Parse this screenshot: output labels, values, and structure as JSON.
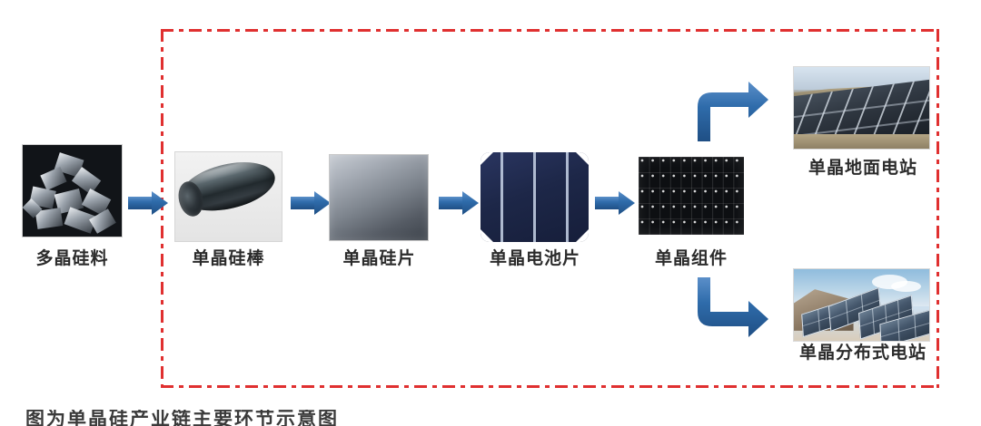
{
  "diagram": {
    "type": "process-flow",
    "boundary": {
      "style": "dash-dot",
      "color": "#e03030",
      "encloses": "monocrystalline value chain stages 2 through 7"
    },
    "stages": [
      {
        "id": "polysilicon-feedstock",
        "label": "多晶硅料",
        "image": "polysilicon-chunks-photo",
        "inside_boundary": false
      },
      {
        "id": "mono-ingot",
        "label": "单晶硅棒",
        "image": "monocrystalline-ingot-photo",
        "inside_boundary": true
      },
      {
        "id": "mono-wafer",
        "label": "单晶硅片",
        "image": "monocrystalline-wafer-photo",
        "inside_boundary": true
      },
      {
        "id": "mono-cell",
        "label": "单晶电池片",
        "image": "monocrystalline-solar-cell-photo",
        "inside_boundary": true
      },
      {
        "id": "mono-module",
        "label": "单晶组件",
        "image": "monocrystalline-module-photo",
        "inside_boundary": true
      },
      {
        "id": "ground-power-station",
        "label": "单晶地面电站",
        "image": "ground-mounted-solar-farm-photo",
        "inside_boundary": true
      },
      {
        "id": "distributed-power-station",
        "label": "单晶分布式电站",
        "image": "rooftop-distributed-solar-photo",
        "inside_boundary": true
      }
    ],
    "connectors": [
      {
        "id": "arrow-feedstock-to-ingot",
        "kind": "straight",
        "direction": "right"
      },
      {
        "id": "arrow-ingot-to-wafer",
        "kind": "straight",
        "direction": "right"
      },
      {
        "id": "arrow-wafer-to-cell",
        "kind": "straight",
        "direction": "right"
      },
      {
        "id": "arrow-cell-to-module",
        "kind": "straight",
        "direction": "right"
      },
      {
        "id": "arrow-module-to-ground-station",
        "kind": "elbow",
        "direction": "up-right"
      },
      {
        "id": "arrow-module-to-distributed-station",
        "kind": "elbow",
        "direction": "down-right"
      }
    ],
    "colors": {
      "arrow_blue": "#2f6cab",
      "boundary_red": "#e03030",
      "label_text": "#2b2b2b",
      "cell_navy": "#1d2748"
    },
    "bottom_caption": "图为单晶硅产业链主要环节示意图"
  }
}
